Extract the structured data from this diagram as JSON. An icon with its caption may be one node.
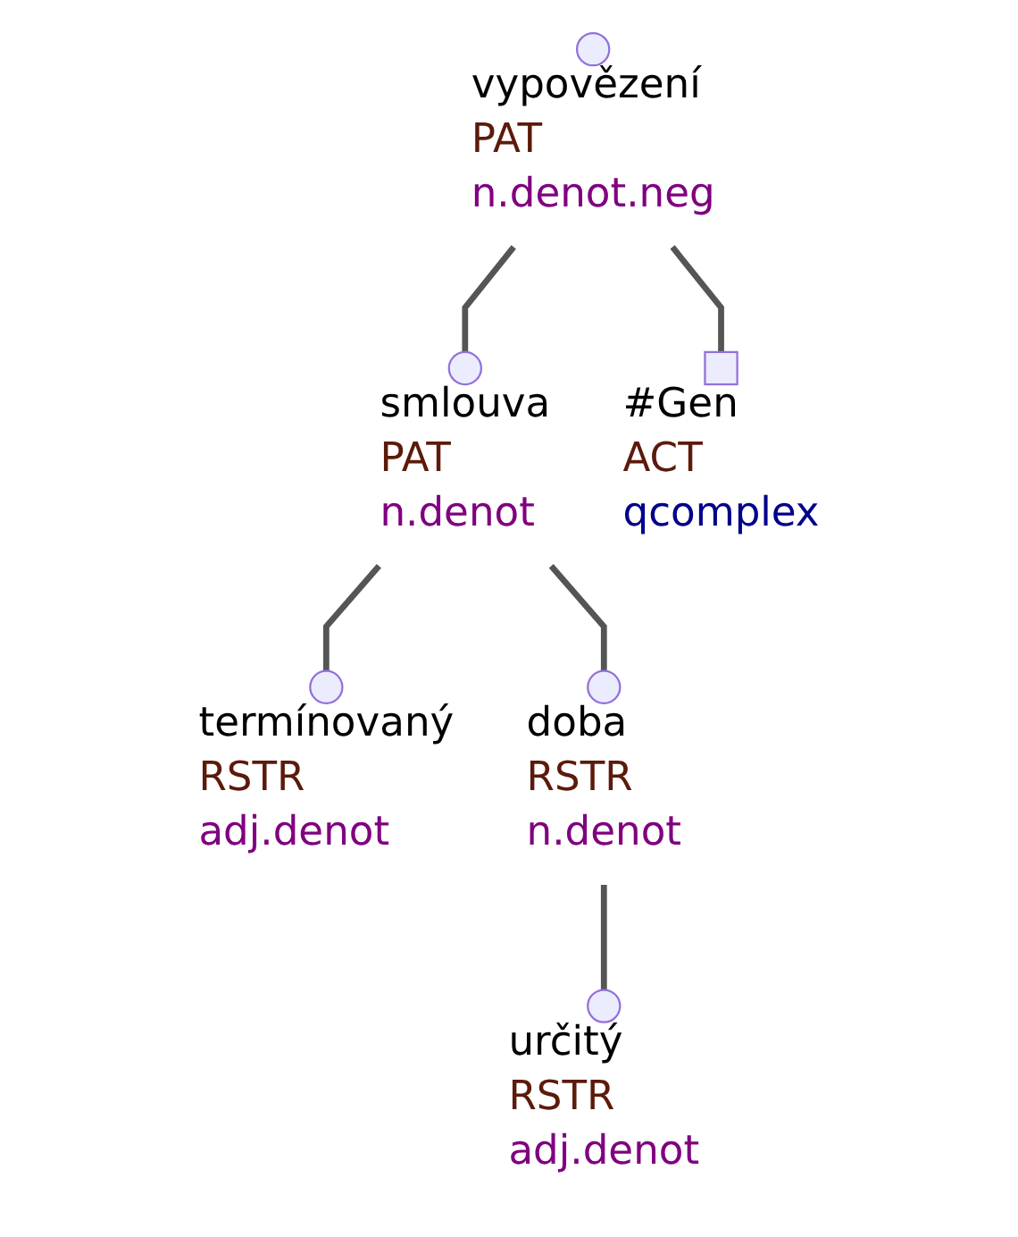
{
  "diagram": {
    "nodes": [
      {
        "text": [],
        "shape": "circle",
        "beside": [
          "vypovězení",
          "PAT",
          "n.denot.neg"
        ]
      },
      {
        "text": [],
        "shape": "circle",
        "beside": [
          "smlouva",
          "PAT",
          "n.denot"
        ]
      },
      {
        "text": [],
        "shape": "box",
        "beside": [
          "#Gen",
          "ACT",
          "qcomplex"
        ]
      },
      {
        "text": [],
        "shape": "circle",
        "beside": [
          "termínovaný",
          "RSTR",
          "adj.denot"
        ]
      },
      {
        "text": [],
        "shape": "circle",
        "beside": [
          "doba",
          "RSTR",
          "n.denot"
        ]
      },
      {
        "text": [],
        "shape": "circle",
        "beside": [
          "určitý",
          "RSTR",
          "adj.denot"
        ]
      }
    ],
    "edges": [
      {
        "from": 0,
        "to": 1,
        "arrow": "none"
      },
      {
        "from": 0,
        "to": 2,
        "arrow": "none"
      },
      {
        "from": 1,
        "to": 3,
        "arrow": "none"
      },
      {
        "from": 1,
        "to": 4,
        "arrow": "none"
      },
      {
        "from": 4,
        "to": 5,
        "arrow": "none"
      }
    ]
  }
}
